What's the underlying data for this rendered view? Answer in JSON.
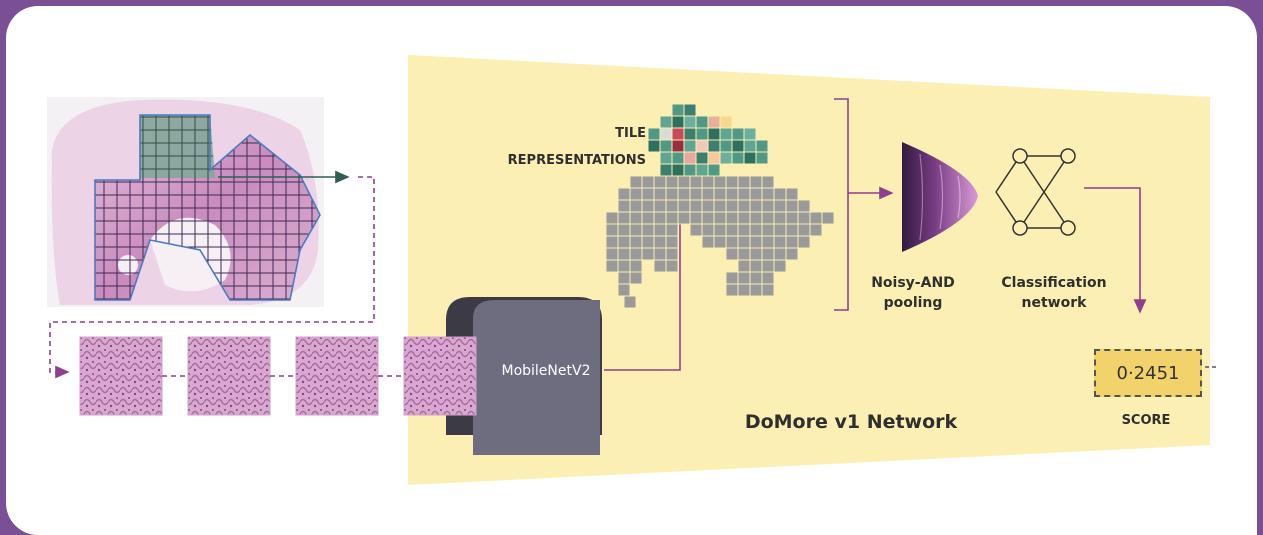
{
  "diagram": {
    "labels": {
      "tile_line1": "TILE",
      "tile_line2": "REPRESENTATIONS",
      "encoder": "MobileNetV2",
      "pooling_line1": "Noisy-AND",
      "pooling_line2": "pooling",
      "classifier_line1": "Classification",
      "classifier_line2": "network",
      "network_title": "DoMore v1 Network",
      "score_label": "SCORE",
      "score_value": "0·2451"
    },
    "colors": {
      "frame": "#7a4f96",
      "network_bg": "#fbefb4",
      "encoder_body": "#6e6d80",
      "encoder_back": "#3b3a45",
      "arrow": "#8e3f8f",
      "tile_grey": "#9a9a9a",
      "tile_green": "#4f9a86",
      "tissue_pink": "#d8a8cd",
      "score_box": "#f2d36b"
    },
    "icons": [
      "whole-slide-image",
      "tissue-tile",
      "encoder-block",
      "funnel-icon",
      "network-graph-icon",
      "bracket"
    ]
  }
}
